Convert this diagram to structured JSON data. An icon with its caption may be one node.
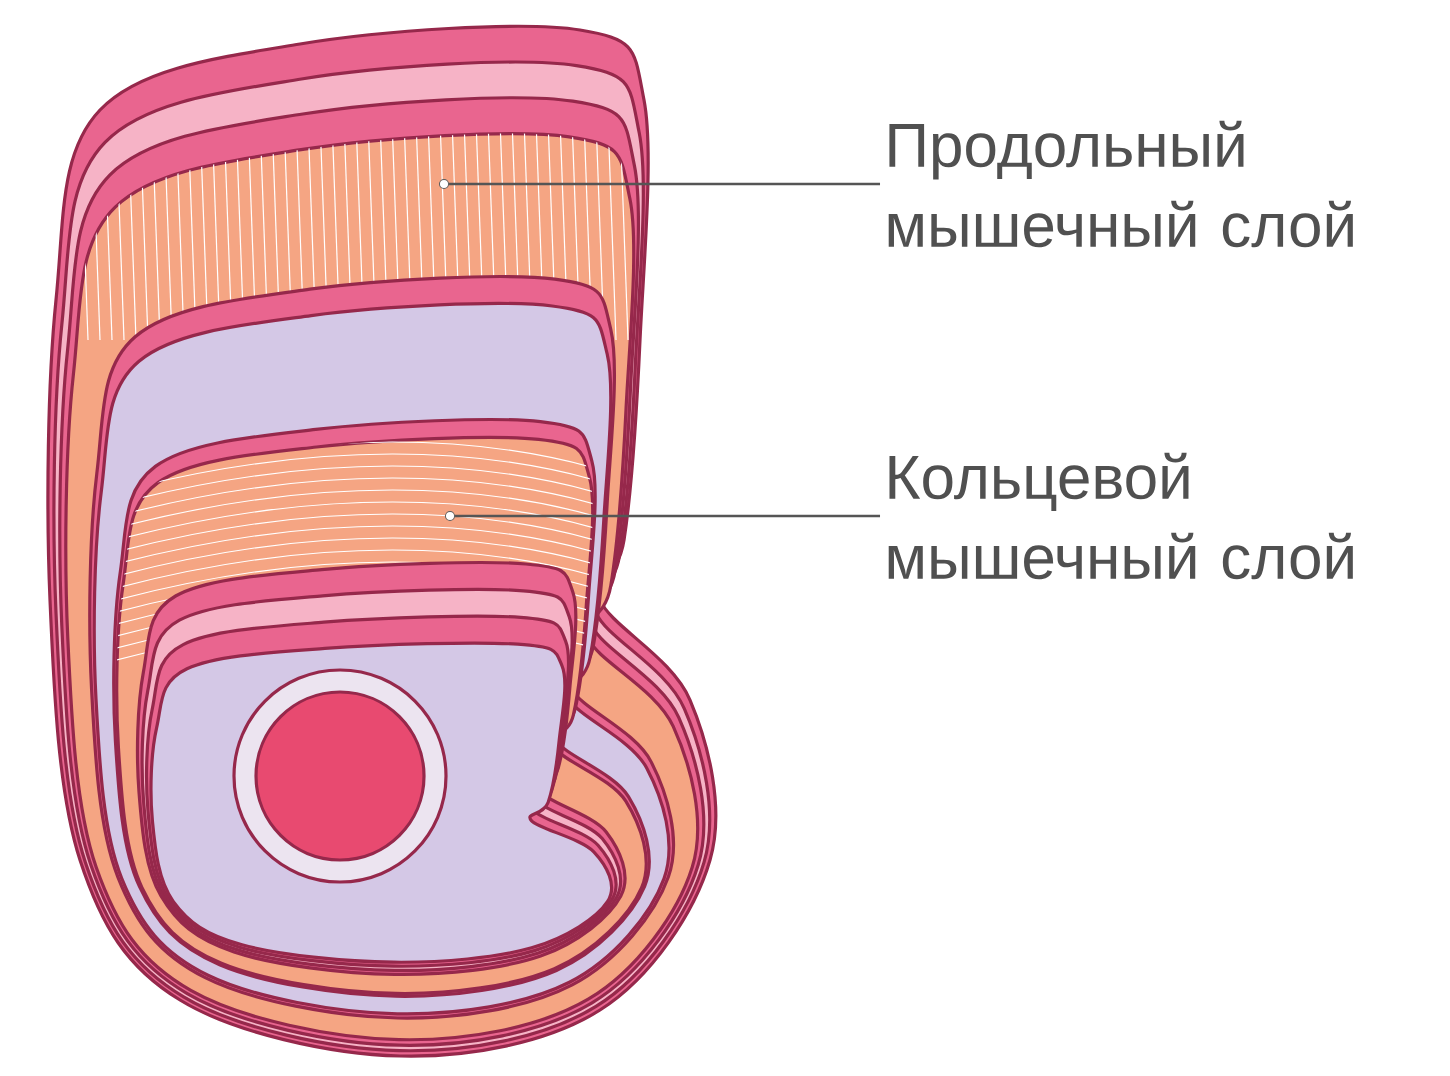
{
  "diagram": {
    "nodes": [
      {
        "text": [
          "Продольный мышечный слой"
        ]
      },
      {
        "text": [
          "Кольцевой мышечный слой"
        ]
      },
      {
        "text": [],
        "shape": "circle"
      },
      {
        "text": [],
        "shape": "circle"
      }
    ],
    "edges": [
      {
        "from": 0,
        "to": 2,
        "arrow": "none"
      },
      {
        "from": 1,
        "to": 3,
        "arrow": "none"
      }
    ]
  }
}
